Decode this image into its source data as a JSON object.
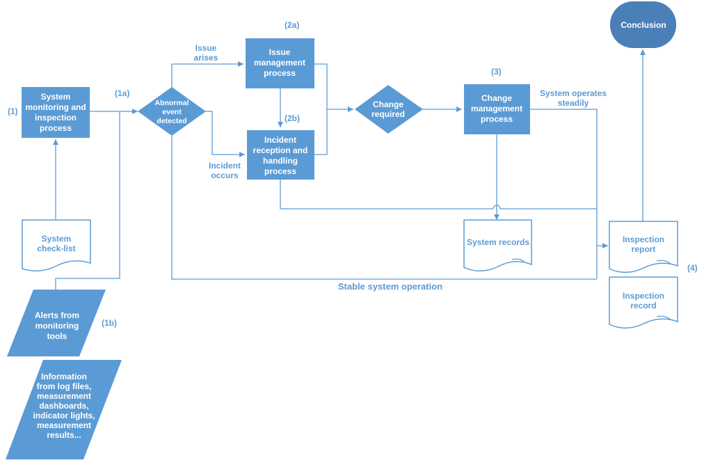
{
  "nodes": {
    "system_monitoring": "System monitoring and inspection process",
    "abnormal_event": "Abnormal event detected",
    "issue_management": "Issue management process",
    "incident_reception": "Incident reception and handling process",
    "change_required": "Change required",
    "change_management": "Change management process",
    "conclusion": "Conclusion",
    "system_checklist": "System check-list",
    "system_records": "System records",
    "inspection_report": "Inspection report",
    "inspection_record": "Inspection record",
    "alerts": "Alerts from monitoring tools",
    "information": "Information from log files, measurement dashboards, indicator lights, measurement results..."
  },
  "step_labels": {
    "s1": "(1)",
    "s1a": "(1a)",
    "s1b": "(1b)",
    "s2a": "(2a)",
    "s2b": "(2b)",
    "s3": "(3)",
    "s4": "(4)"
  },
  "edge_labels": {
    "issue_arises": "Issue arises",
    "incident_occurs": "Incident occurs",
    "system_operates_steadily": "System operates steadily",
    "stable_system_operation": "Stable system operation"
  },
  "colors": {
    "box_fill": "#5b9bd5",
    "line": "#5b9bd5",
    "conclusion_fill": "#4a7fb8",
    "text_on_box": "#ffffff",
    "label_text": "#5b9bd5"
  }
}
